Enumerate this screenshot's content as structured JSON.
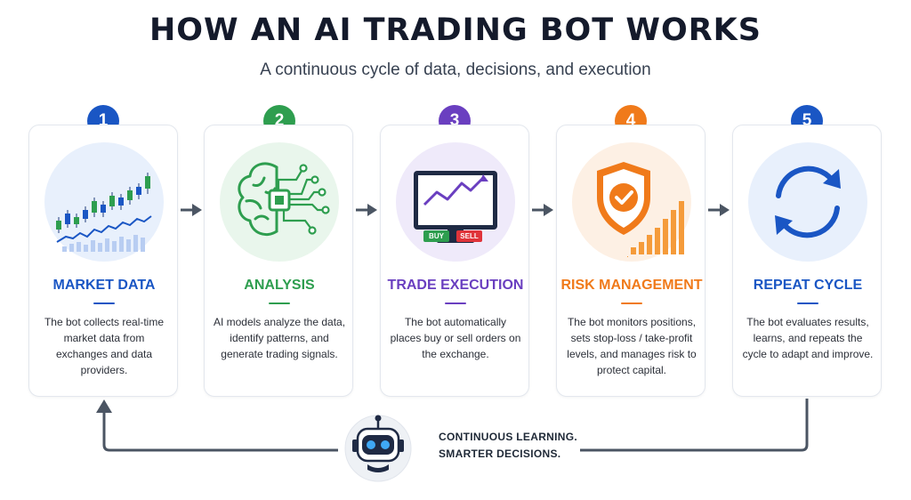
{
  "header": {
    "title": "HOW AN AI TRADING BOT WORKS",
    "subtitle": "A continuous cycle of data, decisions, and execution"
  },
  "steps": [
    {
      "number": "1",
      "title": "MARKET DATA",
      "icon": "candlestick-chart-icon",
      "color": "#1a56c4",
      "description": "The bot collects real-time market data from exchanges and data providers."
    },
    {
      "number": "2",
      "title": "ANALYSIS",
      "icon": "ai-brain-chip-icon",
      "color": "#2e9e4f",
      "description": "AI models analyze the data, identify patterns, and generate trading signals."
    },
    {
      "number": "3",
      "title": "TRADE EXECUTION",
      "icon": "trading-monitor-icon",
      "color": "#6a3fc0",
      "description": "The bot automatically places buy or sell orders on the exchange.",
      "buttons": {
        "buy": "BUY",
        "sell": "SELL"
      }
    },
    {
      "number": "4",
      "title": "RISK MANAGEMENT",
      "icon": "shield-check-icon",
      "color": "#f07a1a",
      "description": "The bot monitors positions, sets stop-loss / take-profit levels, and manages risk to protect capital."
    },
    {
      "number": "5",
      "title": "REPEAT CYCLE",
      "icon": "refresh-cycle-icon",
      "color": "#1a56c4",
      "description": "The bot evaluates results, learns, and repeats the cycle to adapt and improve."
    }
  ],
  "footer": {
    "line1": "CONTINUOUS LEARNING.",
    "line2": "SMARTER DECISIONS.",
    "icon": "robot-icon"
  },
  "colors": {
    "arrow": "#4b5563",
    "loop": "#4b5563",
    "card_border": "#e3e7ee"
  }
}
